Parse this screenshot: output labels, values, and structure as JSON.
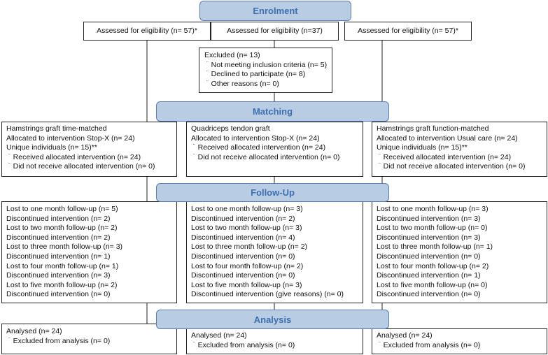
{
  "stages": {
    "enrolment": "Enrolment",
    "matching": "Matching",
    "followup": "Follow-Up",
    "analysis": "Analysis"
  },
  "eligibility": {
    "left": "Assessed for eligibility (n= 57)*",
    "middle": "Assessed for eligibility (n=37)",
    "right": "Assessed for eligibility (n= 57)*"
  },
  "excluded": {
    "title": "Excluded  (n=  13)",
    "items": [
      "Not meeting inclusion criteria (n= 5)",
      "Declined to participate (n= 8)",
      "Other reasons (n= 0)"
    ]
  },
  "allocation": {
    "left": {
      "lines": [
        "Hamstrings  graft time-matched",
        "Allocated to intervention Stop-X (n= 24)",
        "Unique individuals (n= 15)**"
      ],
      "items": [
        "Received allocated intervention (n= 24)",
        "Did not receive allocated intervention (n=  0)"
      ]
    },
    "middle": {
      "lines": [
        "Quadriceps tendon graft",
        "Allocated to intervention Stop-X (n= 24)"
      ],
      "items": [
        "Received allocated intervention (n= 24)",
        "Did not receive allocated intervention (n= 0)"
      ]
    },
    "right": {
      "lines": [
        "Hamstrings  graft function-matched",
        "Allocated to intervention Usual care (n= 24)",
        "Unique individuals (n= 15)**"
      ],
      "items": [
        "Received allocated intervention (n= 24)",
        "Did not receive allocated intervention (n= 0)"
      ]
    }
  },
  "followup": {
    "left": [
      "Lost to one month follow-up (n= 5)",
      "Discontinued intervention (n= 2)",
      "Lost to two month follow-up (n=  2)",
      "Discontinued intervention (n= 2)",
      "Lost to three month follow-up (n=  3)",
      "Discontinued intervention (n= 1)",
      "Lost to four month follow-up (n=  1)",
      "Discontinued intervention (n= 3)",
      "Lost to five month follow-up (n=  2)",
      "Discontinued intervention (n= 0)"
    ],
    "middle": [
      "Lost to one month follow-up (n= 3)",
      "Discontinued intervention (n= 2)",
      "Lost to two month follow-up (n=  3)",
      "Discontinued intervention (n= 4)",
      "Lost to three month follow-up (n=  2)",
      "Discontinued intervention (n= 0)",
      "Lost to four month follow-up (n=  2)",
      "Discontinued intervention (n= 0)",
      "Lost to five month follow-up (n=  3)",
      "Discontinued intervention (give reasons) (n= 0)"
    ],
    "right": [
      "Lost to one month follow-up (n= 3)",
      "Discontinued intervention (n= 3)",
      "Lost to two month follow-up (n=  0)",
      "Discontinued intervention (n= 3)",
      "Lost to three month follow-up (n=  1)",
      "Discontinued intervention (n= 0)",
      "Lost to four month follow-up (n=  2)",
      "Discontinued intervention (n= 1)",
      "Lost to five month follow-up (n=  0)",
      "Discontinued intervention (n= 0)"
    ]
  },
  "analysis": {
    "left": {
      "title": "Analysed  (n=  24)",
      "item": "Excluded from analysis (n= 0)"
    },
    "middle": {
      "title": "Analysed  (n=  24)",
      "item": "Excluded from analysis (n= 0)"
    },
    "right": {
      "title": "Analysed  (n=  24)",
      "item": "Excluded from analysis (n= 0)"
    }
  }
}
